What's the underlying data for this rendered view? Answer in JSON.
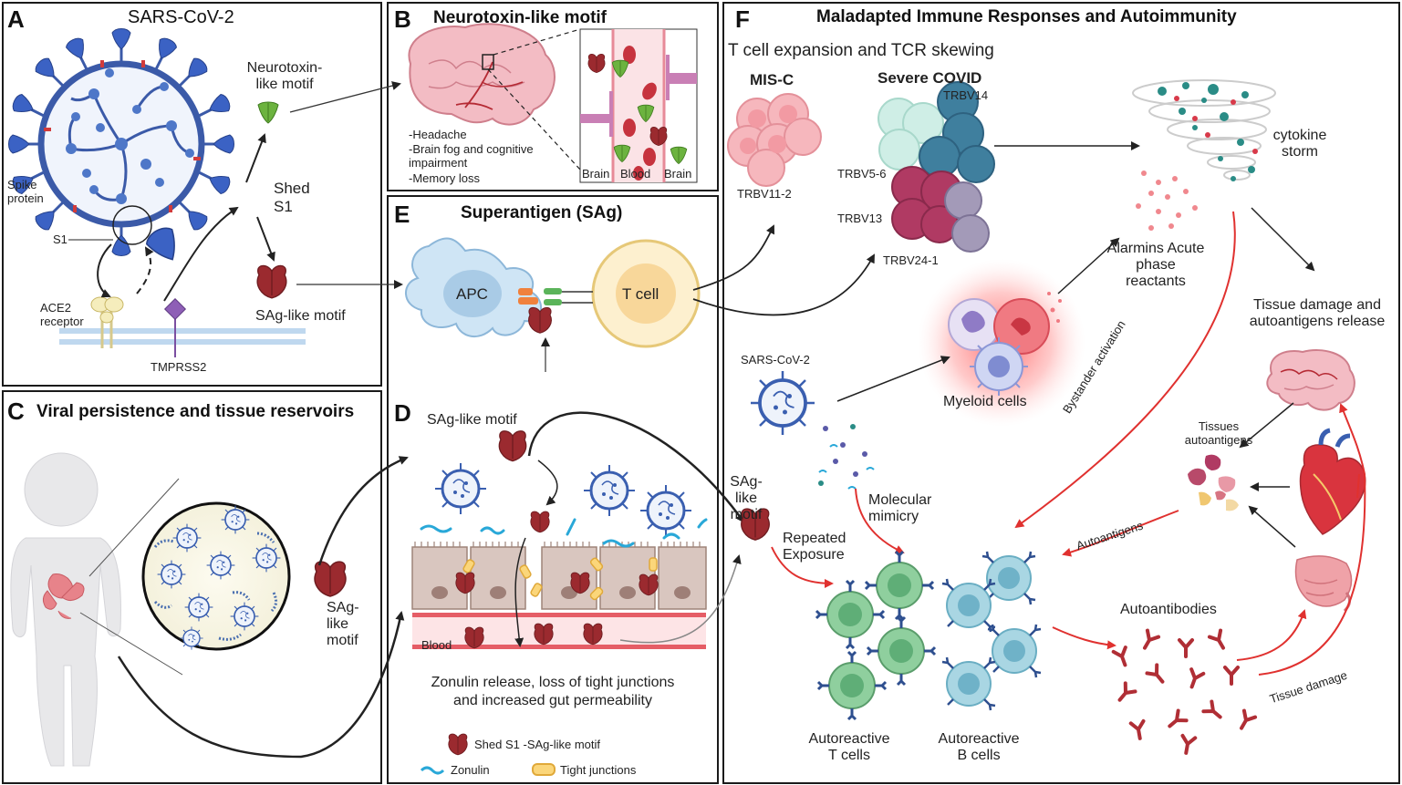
{
  "panels": {
    "a": {
      "letter": "A",
      "title": "SARS-CoV-2",
      "labels": {
        "spike_protein": "Spike protein",
        "s1": "S1",
        "ace2_receptor": "ACE2 receptor",
        "tmprss2": "TMPRSS2",
        "neurotoxin_motif": "Neurotoxin-like motif",
        "shed_s1": "Shed S1",
        "sag_motif": "SAg-like motif"
      }
    },
    "b": {
      "letter": "B",
      "title": "Neurotoxin-like motif",
      "symptoms": [
        "-Headache",
        "-Brain fog and cognitive impairment",
        "-Memory loss"
      ],
      "vessel_labels": [
        "Brain",
        "Blood",
        "Brain"
      ]
    },
    "c": {
      "letter": "C",
      "title": "Viral persistence and tissue reservoirs",
      "labels": {
        "sag_motif": "SAg-like motif"
      }
    },
    "d": {
      "letter": "D",
      "labels": {
        "sag_motif": "SAg-like motif",
        "blood": "Blood",
        "caption_line1": "Zonulin release, loss of tight junctions",
        "caption_line2": "and increased gut permeability"
      },
      "legend": {
        "shed_s1": "Shed S1 -SAg-like motif",
        "zonulin": "Zonulin",
        "tight_junctions": "Tight junctions"
      }
    },
    "e": {
      "letter": "E",
      "title": "Superantigen (SAg)",
      "labels": {
        "apc": "APC",
        "t_cell": "T cell"
      }
    },
    "f": {
      "letter": "F",
      "title": "Maladapted Immune Responses and Autoimmunity",
      "labels": {
        "tcr_skewing": "T cell  expansion and TCR skewing",
        "mis_c": "MIS-C",
        "severe_covid": "Severe COVID",
        "trbv11": "TRBV11-2",
        "trbv14": "TRBV14",
        "trbv5": "TRBV5-6",
        "trbv13": "TRBV13",
        "trbv24": "TRBV24-1",
        "cytokine_storm": "cytokine storm",
        "alarmins": "Alarmins Acute phase reactants",
        "myeloid_cells": "Myeloid cells",
        "sars_cov2": "SARS-CoV-2",
        "tissue_damage_release": "Tissue damage and autoantigens release",
        "bystander_activation": "Bystander activation",
        "tissues_autoantigens": "Tissues autoantigens",
        "autoantigens": "Autoantigens",
        "sag_motif": "SAg-like motif",
        "molecular_mimicry": "Molecular mimicry",
        "repeated_exposure": "Repeated Exposure",
        "autoantibodies": "Autoantibodies",
        "tissue_damage": "Tissue damage",
        "autoreactive_t": "Autoreactive T cells",
        "autoreactive_b": "Autoreactive B cells"
      }
    }
  },
  "colors": {
    "virus": "#3a5fb0",
    "spike": "#3b62c4",
    "sag": "#9b2a2f",
    "neurotoxin": "#6cb33f",
    "brain": "#f2b8c0",
    "t_cell_green": "#8fcf9e",
    "b_cell_blue": "#9fd0dd",
    "red_arrow": "#e0312f",
    "myeloid_glow": "#ff5a5a"
  }
}
